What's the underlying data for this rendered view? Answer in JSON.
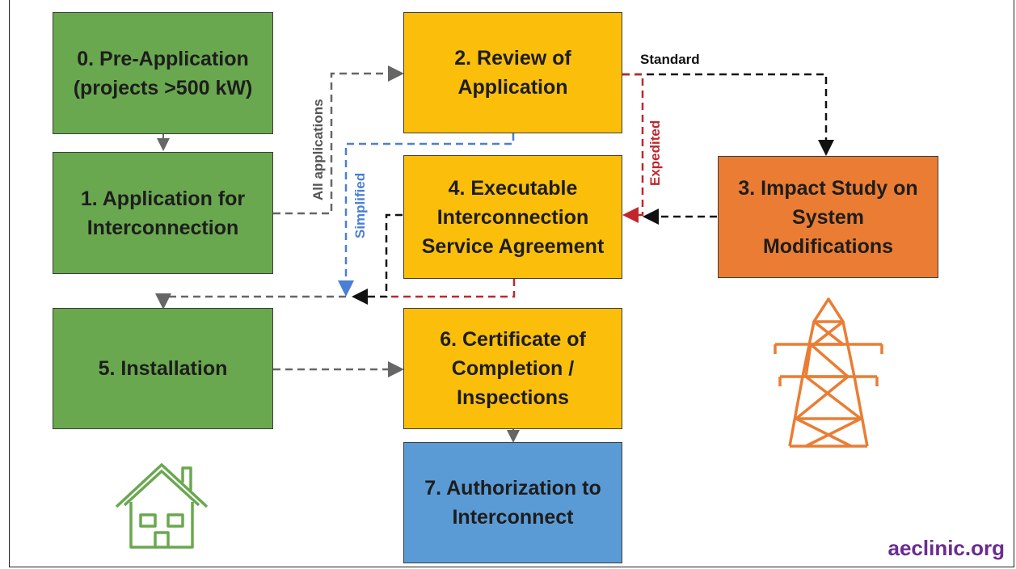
{
  "nodes": {
    "pre_application": "0. Pre-Application\n(projects >500 kW)",
    "application": "1. Application for\nInterconnection",
    "review": "2. Review of\nApplication",
    "impact_study": "3. Impact Study on\nSystem\nModifications",
    "agreement": "4. Executable\nInterconnection\nService Agreement",
    "installation": "5. Installation",
    "certificate": "6. Certificate of\nCompletion /\nInspections",
    "authorization": "7. Authorization to\nInterconnect"
  },
  "edge_labels": {
    "all_applications": "All applications",
    "simplified": "Simplified",
    "expedited": "Expedited",
    "standard": "Standard"
  },
  "icons": {
    "house": "house-icon",
    "tower": "transmission-tower-icon"
  },
  "colors": {
    "green": "#6aa84f",
    "yellow": "#fbbf0b",
    "orange": "#ea7d33",
    "blue": "#5b9bd5",
    "simplified": "#4a7fd4",
    "expedited": "#c0272d",
    "standard": "#111111",
    "all": "#666666"
  },
  "brand": "aeclinic.org"
}
